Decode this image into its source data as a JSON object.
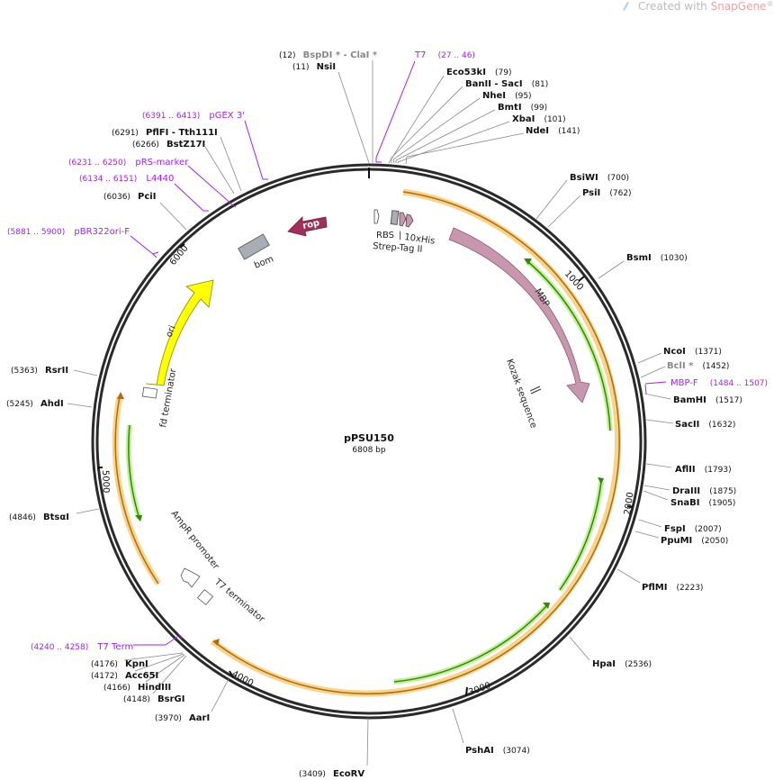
{
  "header": {
    "created_with": "Created with ",
    "brand": "SnapGene",
    "mark": "®"
  },
  "plasmid": {
    "name": "pPSU150",
    "size": "6808 bp"
  },
  "ticks": [
    "1000",
    "2000",
    "3000",
    "4000",
    "5000",
    "6000"
  ],
  "sites": [
    {
      "name": "BspDI * - ClaI *",
      "pos": "(12)"
    },
    {
      "name": "NsiI",
      "pos": "(11)"
    },
    {
      "name": "Eco53kI",
      "pos": "(79)"
    },
    {
      "name": "BanII",
      "name2": " - SacI",
      "pos": "(81)"
    },
    {
      "name": "NheI",
      "pos": "(95)"
    },
    {
      "name": "BmtI",
      "pos": "(99)"
    },
    {
      "name": "XbaI",
      "pos": "(101)"
    },
    {
      "name": "NdeI",
      "pos": "(141)"
    },
    {
      "name": "BsiWI",
      "pos": "(700)"
    },
    {
      "name": "PsiI",
      "pos": "(762)"
    },
    {
      "name": "BsmI",
      "pos": "(1030)"
    },
    {
      "name": "NcoI",
      "pos": "(1371)"
    },
    {
      "name": "BclI *",
      "pos": "(1452)"
    },
    {
      "name": "BamHI",
      "pos": "(1517)"
    },
    {
      "name": "SacII",
      "pos": "(1632)"
    },
    {
      "name": "AflII",
      "pos": "(1793)"
    },
    {
      "name": "DraIII",
      "pos": "(1875)"
    },
    {
      "name": "SnaBI",
      "pos": "(1905)"
    },
    {
      "name": "FspI",
      "pos": "(2007)"
    },
    {
      "name": "PpuMI",
      "pos": "(2050)"
    },
    {
      "name": "PflMI",
      "pos": "(2223)"
    },
    {
      "name": "HpaI",
      "pos": "(2536)"
    },
    {
      "name": "PshAI",
      "pos": "(3074)"
    },
    {
      "name": "EcoRV",
      "pos": "(3409)"
    },
    {
      "name": "AarI",
      "pos": "(3970)"
    },
    {
      "name": "BsrGI",
      "pos": "(4148)"
    },
    {
      "name": "HindIII",
      "pos": "(4166)"
    },
    {
      "name": "Acc65I",
      "pos": "(4172)"
    },
    {
      "name": "KpnI",
      "pos": "(4176)"
    },
    {
      "name": "BtsαI",
      "pos": "(4846)"
    },
    {
      "name": "AhdI",
      "pos": "(5245)"
    },
    {
      "name": "RsrII",
      "pos": "(5363)"
    },
    {
      "name": "PciI",
      "pos": "(6036)"
    },
    {
      "name": "BstZ17I",
      "pos": "(6266)"
    },
    {
      "name": "PflFI",
      "name2": " - Tth111I",
      "pos": "(6291)"
    }
  ],
  "primers": [
    {
      "name": "T7",
      "range": "(27 .. 46)"
    },
    {
      "name": "MBP-F",
      "range": "(1484 .. 1507)"
    },
    {
      "name": "T7 Term",
      "range": "(4240 .. 4258)"
    },
    {
      "name": "pBR322ori-F",
      "range": "(5881 .. 5900)"
    },
    {
      "name": "L4440",
      "range": "(6134 .. 6151)"
    },
    {
      "name": "pRS-marker",
      "range": "(6231 .. 6250)"
    },
    {
      "name": "pGEX 3'",
      "range": "(6391 .. 6413)"
    }
  ],
  "features": {
    "mbp": "MBP",
    "kozak": "Kozak sequence",
    "rbs": "RBS",
    "his": "10xHis",
    "strep": "Strep-Tag II",
    "rop": "rop",
    "bom": "bom",
    "ori": "ori",
    "fd": "fd terminator",
    "ampr": "AmpR promoter",
    "t7term": "T7 terminator"
  },
  "colors": {
    "backbone": "#2a2a2a",
    "orf": "#f5c060",
    "orf_inner": "#b06a10",
    "green": "#2e8b00",
    "green_glow": "#c6ef9c",
    "mbp": "#c996b0",
    "rop": "#a0305a",
    "ori": "#ffff00",
    "bom": "#a8aeb5",
    "primer": "#a020f0",
    "gray_line": "#888888"
  }
}
